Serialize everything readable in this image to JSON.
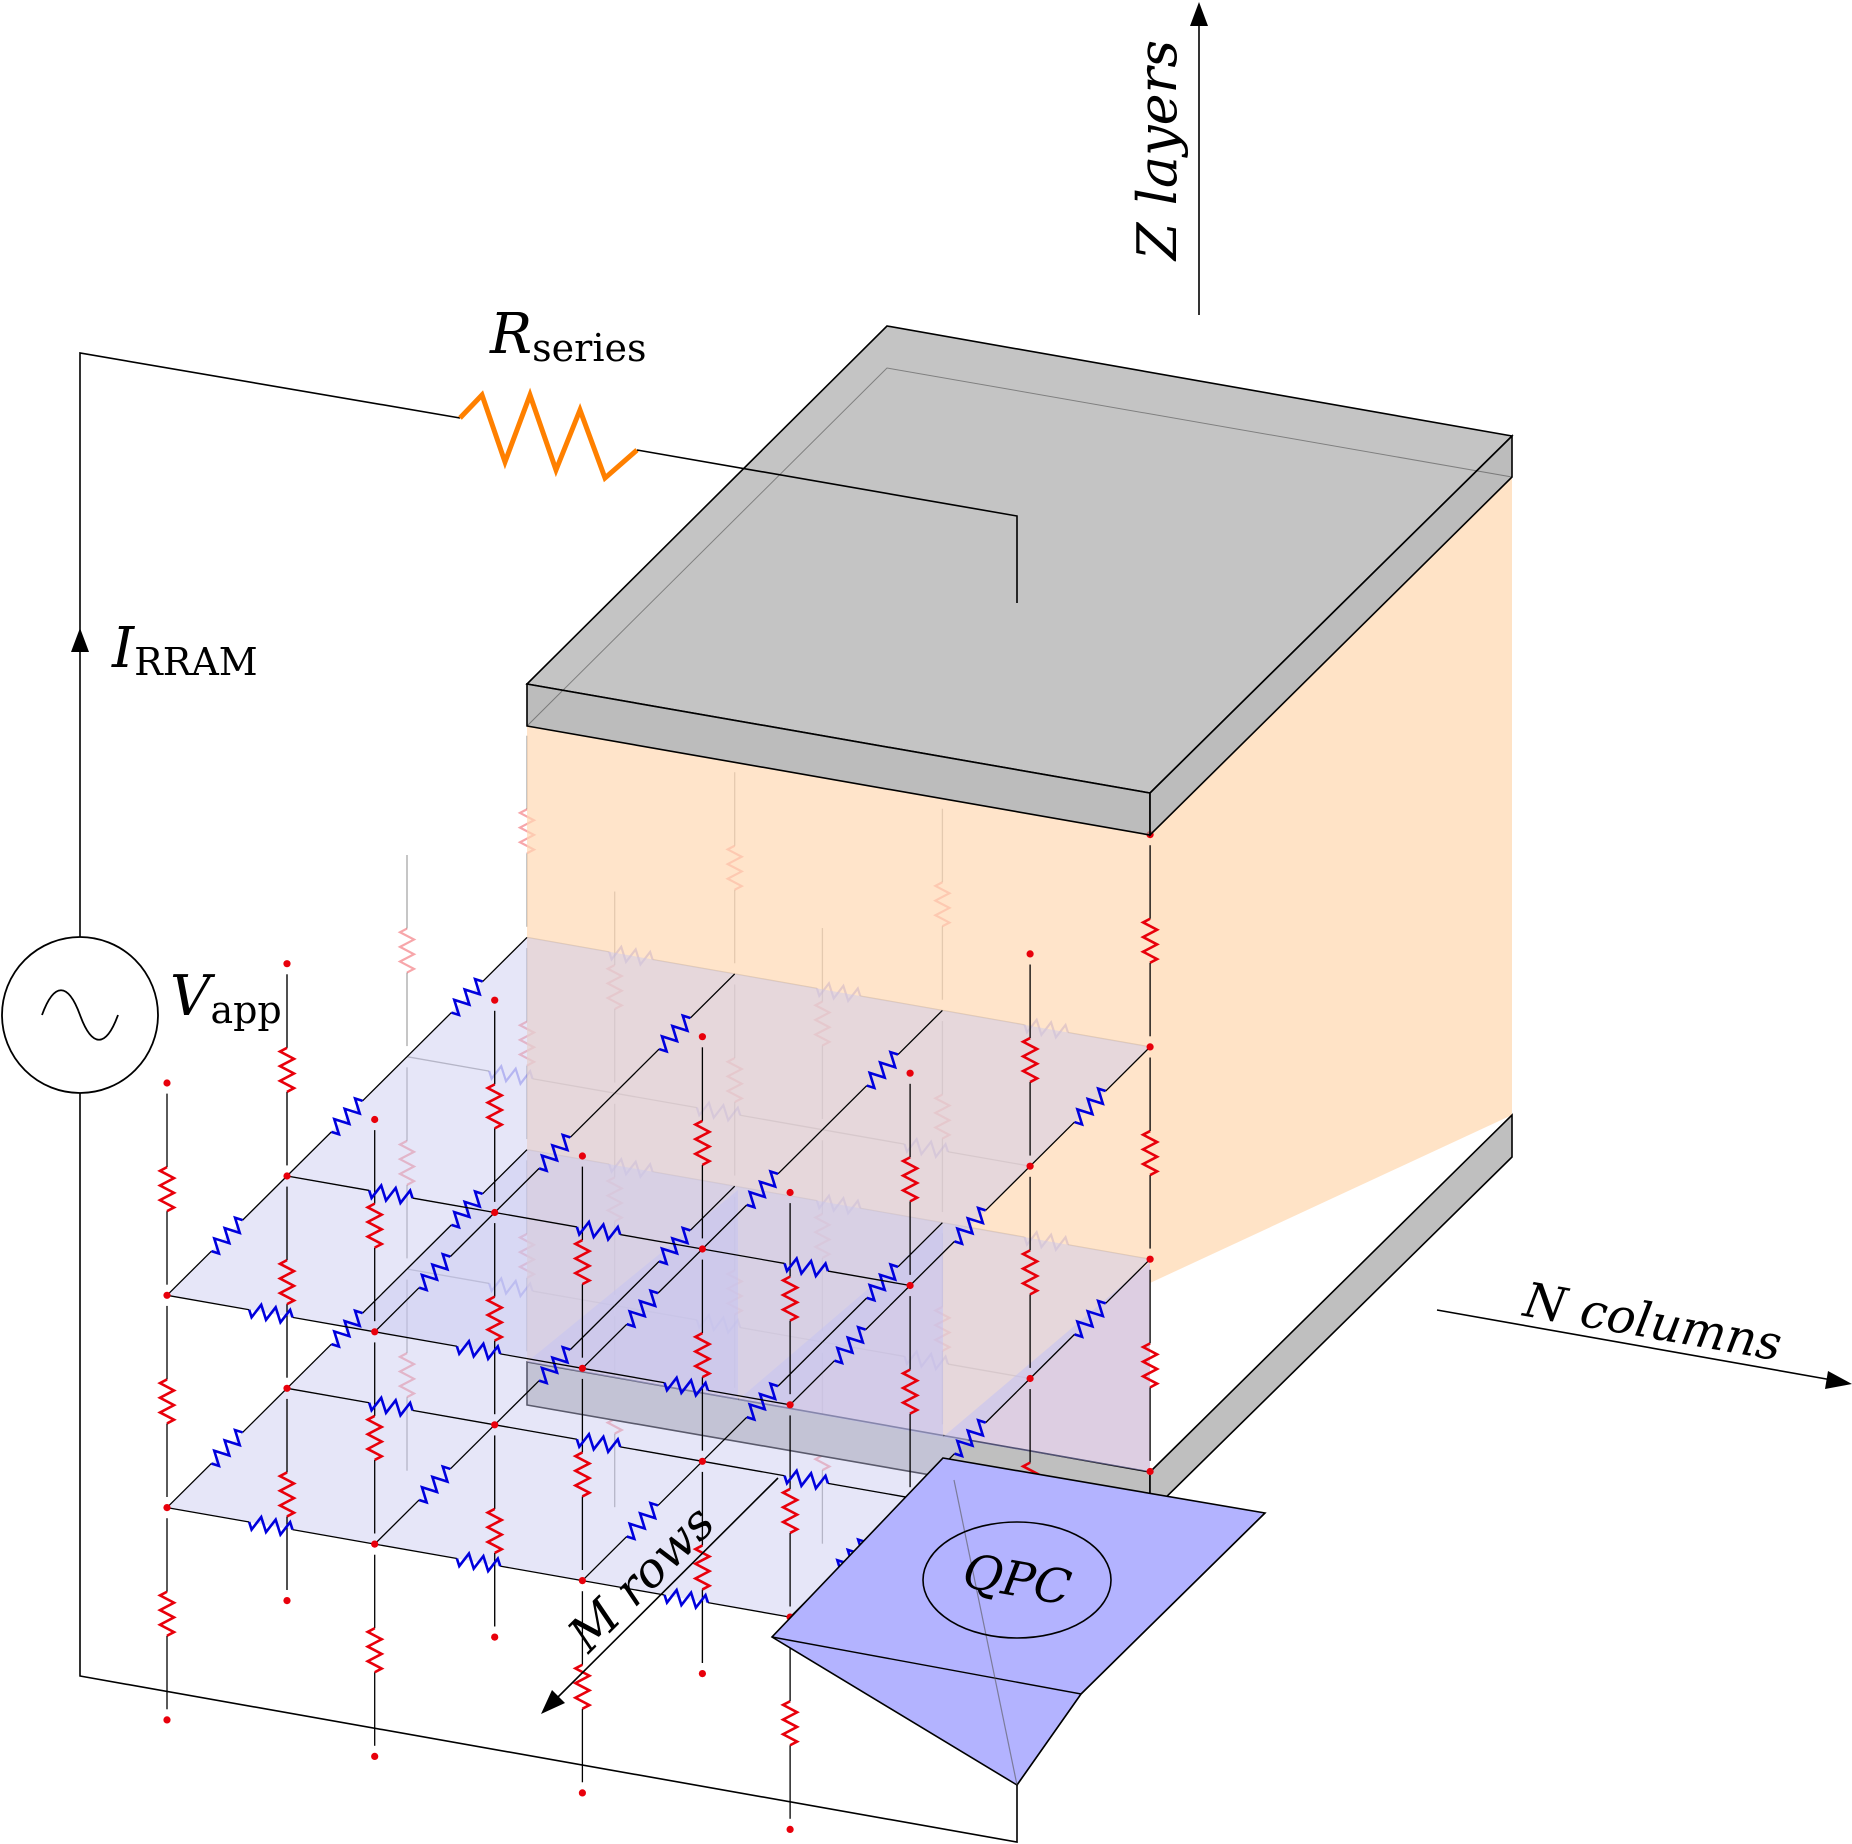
{
  "labels": {
    "z_axis": "Z layers",
    "n_axis": "N columns",
    "m_axis": "M rows",
    "r_series": {
      "main": "R",
      "sub": "series"
    },
    "i_rram": {
      "main": "I",
      "sub": "RRAM"
    },
    "v_app": {
      "main": "V",
      "sub": "app"
    },
    "qpc": "QPC"
  },
  "colors": {
    "wire": "#000000",
    "series_resistor": "#ff8000",
    "vertical_resistor": "#e8000b",
    "lateral_resistor": "#0000dd",
    "node": "#e8000b",
    "electrode": "#bfbfbf",
    "side_face": "#ffd9b3",
    "layer_plane": "#c8c8f0",
    "qpc_fill": "#b3b3ff"
  }
}
